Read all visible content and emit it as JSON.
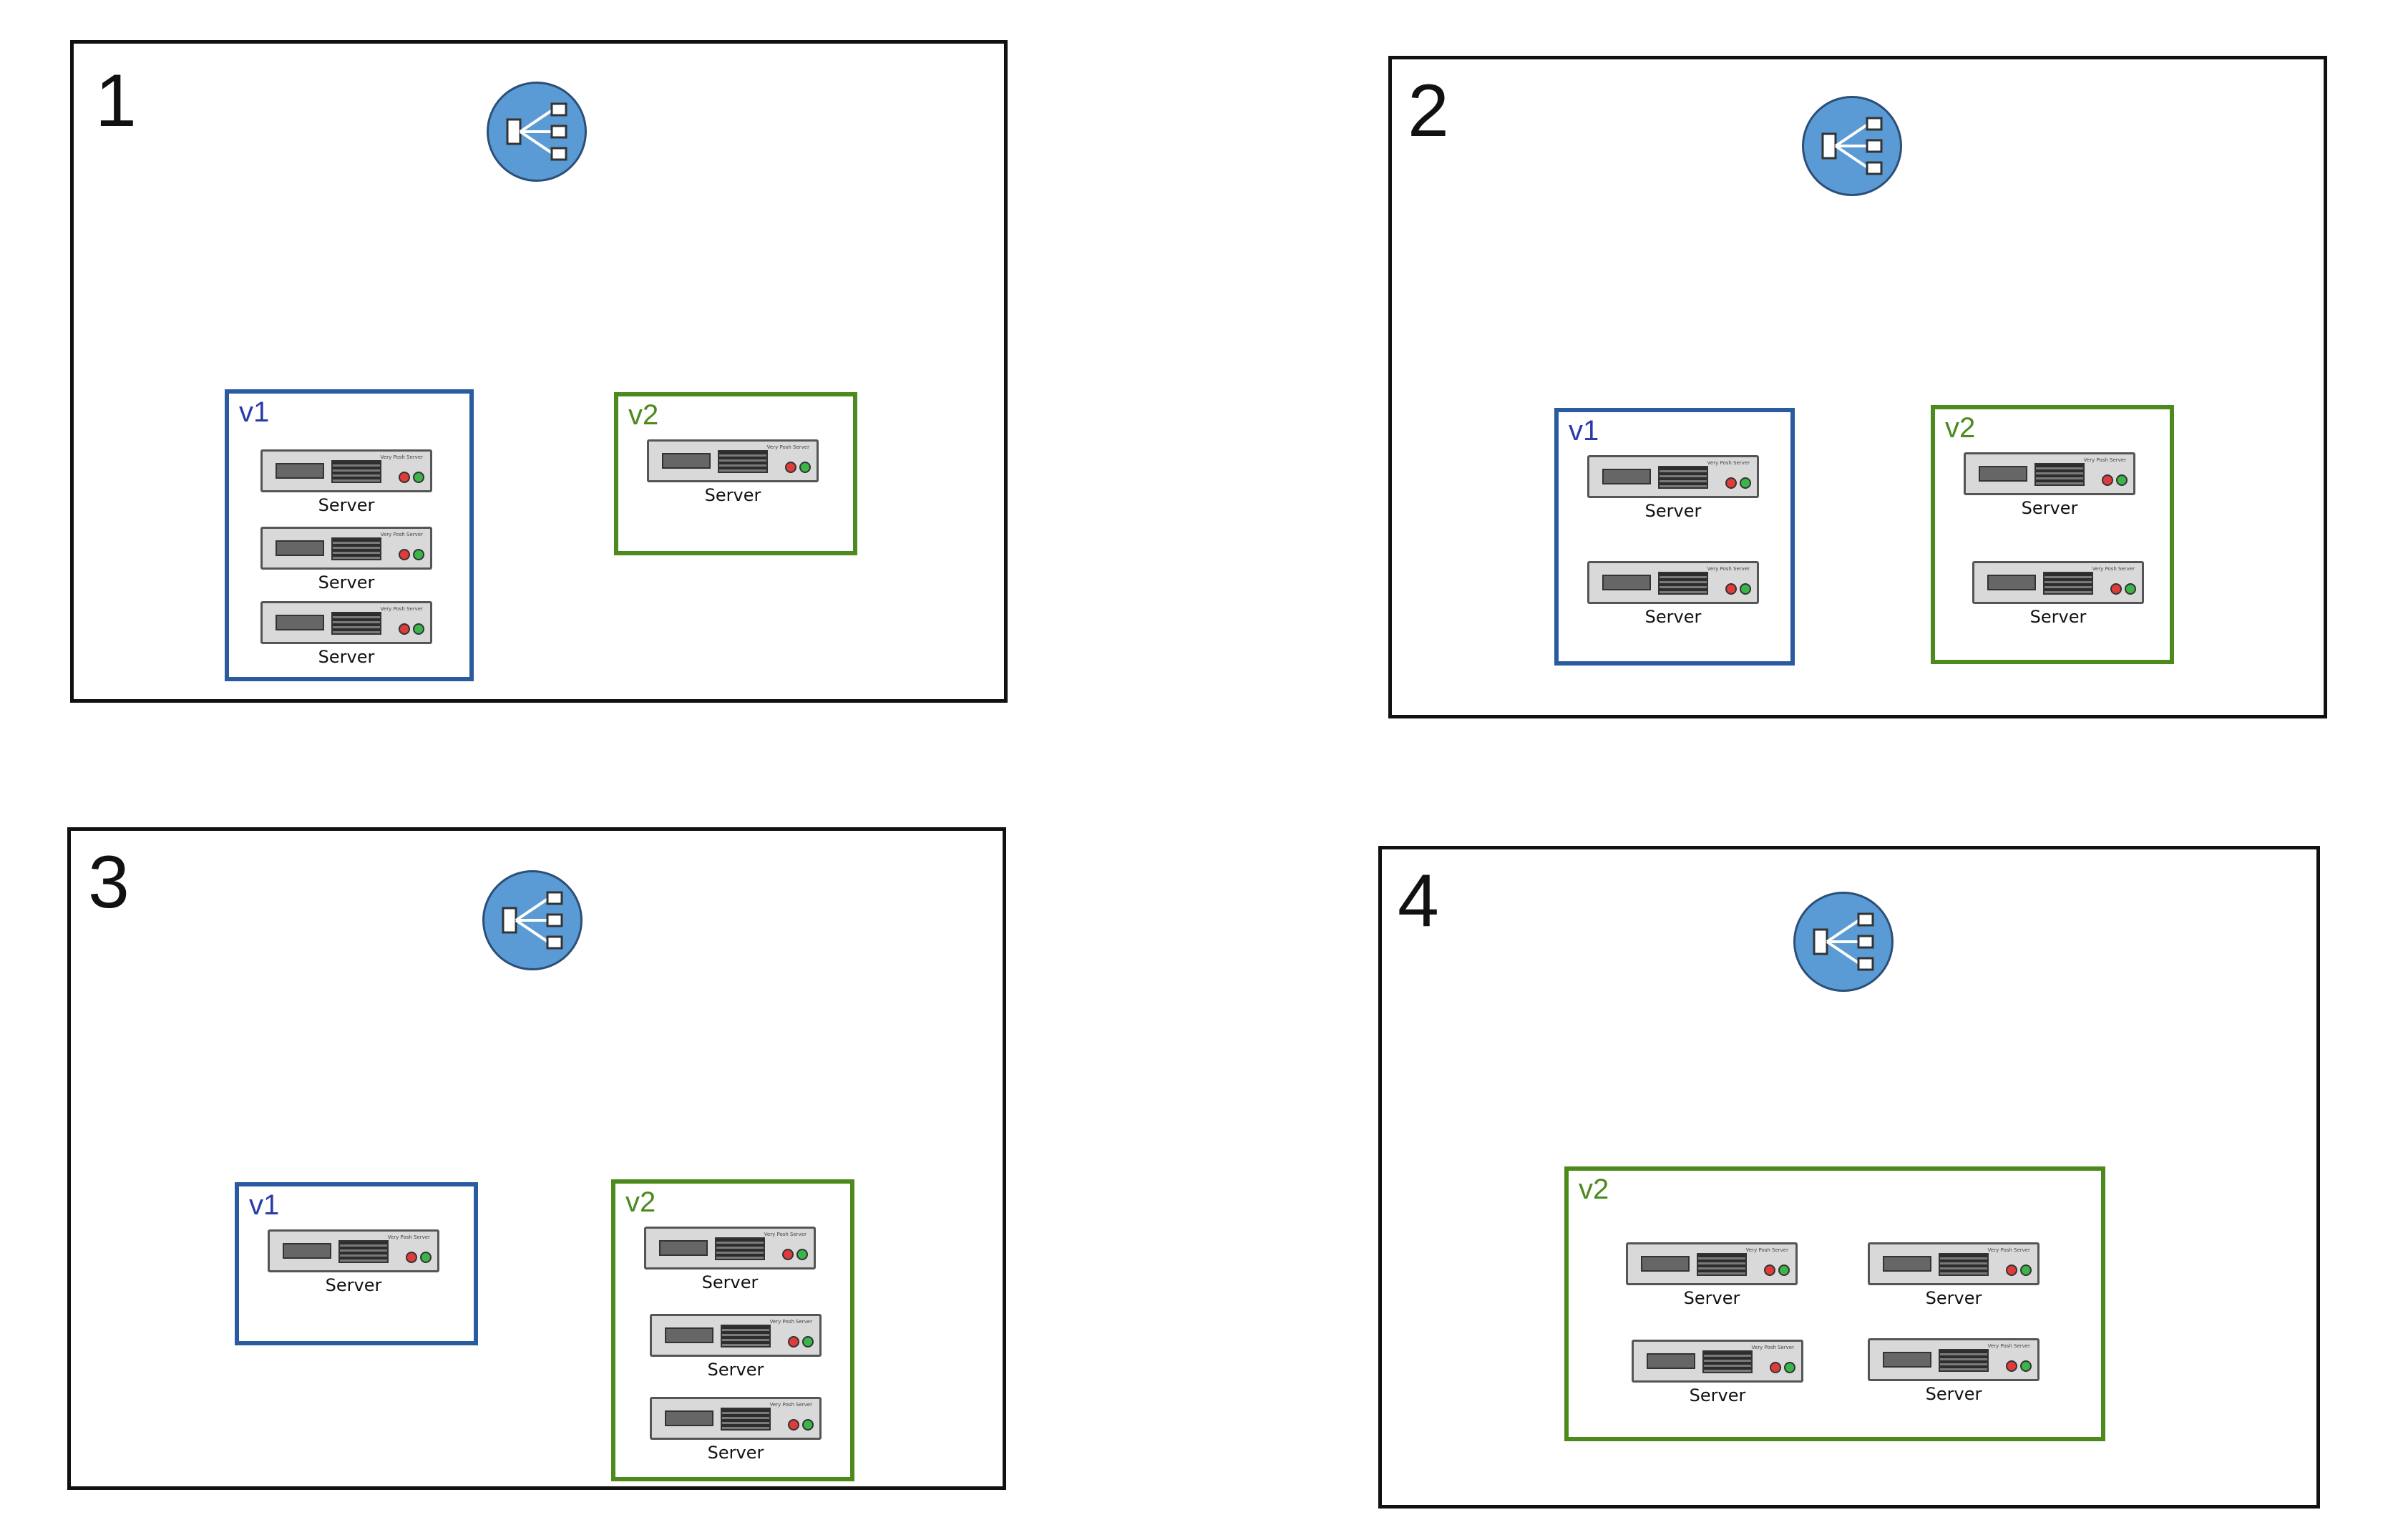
{
  "panels": [
    {
      "number": "1",
      "groups": [
        {
          "label": "v1",
          "servers": [
            "Server",
            "Server",
            "Server"
          ]
        },
        {
          "label": "v2",
          "servers": [
            "Server"
          ]
        }
      ]
    },
    {
      "number": "2",
      "groups": [
        {
          "label": "v1",
          "servers": [
            "Server",
            "Server"
          ]
        },
        {
          "label": "v2",
          "servers": [
            "Server",
            "Server"
          ]
        }
      ]
    },
    {
      "number": "3",
      "groups": [
        {
          "label": "v1",
          "servers": [
            "Server"
          ]
        },
        {
          "label": "v2",
          "servers": [
            "Server",
            "Server",
            "Server"
          ]
        }
      ]
    },
    {
      "number": "4",
      "groups": [
        {
          "label": "v2",
          "servers": [
            "Server",
            "Server",
            "Server",
            "Server"
          ]
        }
      ]
    }
  ],
  "server_badge": "Very Posh Server",
  "colors": {
    "v1": "#2a5aa0",
    "v2": "#4d8a1e",
    "load_balancer": "#5b9bd5",
    "led_red": "#e03b3b",
    "led_green": "#3bb54a"
  },
  "icons": {
    "load_balancer": "load-balancer-icon",
    "server": "server-icon"
  }
}
